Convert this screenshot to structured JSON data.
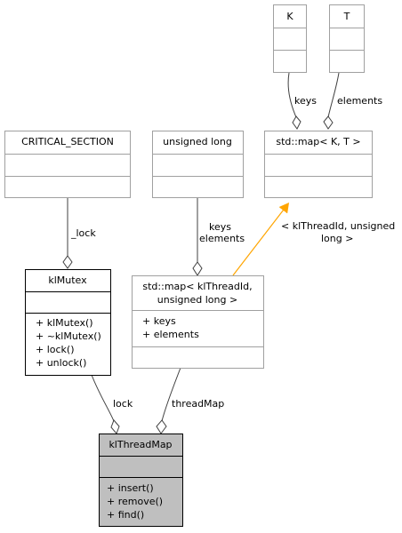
{
  "nodes": {
    "k": {
      "name": "K"
    },
    "t": {
      "name": "T"
    },
    "critical": {
      "name": "CRITICAL_SECTION"
    },
    "ulong": {
      "name": "unsigned long"
    },
    "stdmapKT": {
      "name": "std::map< K, T >"
    },
    "klmutex": {
      "name": "klMutex",
      "methods": [
        "+ klMutex()",
        "+ ~klMutex()",
        "+ lock()",
        "+ unlock()"
      ]
    },
    "stdmapKl": {
      "name_line1": "std::map< klThreadId,",
      "name_line2": "unsigned long >",
      "attributes": [
        "+ keys",
        "+ elements"
      ]
    },
    "klthreadmap": {
      "name": "klThreadMap",
      "methods": [
        "+ insert()",
        "+ remove()",
        "+ find()"
      ]
    }
  },
  "edge_labels": {
    "keys_k": "keys",
    "elements_t": "elements",
    "lock_critical": "_lock",
    "keys_ulong": "keys",
    "elements_ulong": "elements",
    "template_args_line1": "< klThreadId, unsigned",
    "template_args_line2": "long >",
    "lock": "lock",
    "thread_map": "threadMap"
  },
  "colors": {
    "focus_fill": "#bfbfbf",
    "inheritance_arrow": "#ffa500",
    "gray_border": "#a0a0a0"
  }
}
